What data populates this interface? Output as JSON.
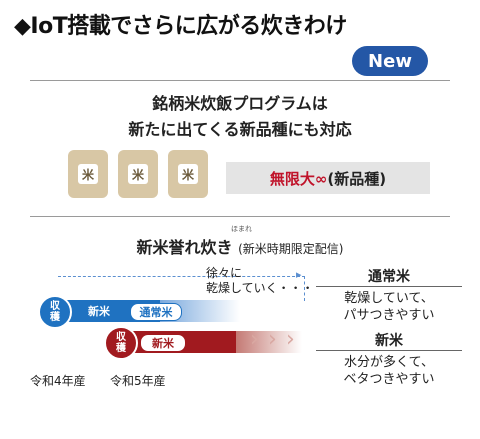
{
  "title": "◆IoT搭載でさらに広がる炊きわけ",
  "badge": "New",
  "panel1": {
    "line1": "銘柄米炊飯プログラムは",
    "line2": "新たに出てくる新品種にも対応",
    "bag_glyph": "米",
    "unlimited": "無限大∞",
    "unlimited_suffix": "(新品種)"
  },
  "panel2": {
    "title": "新米誉れ炊き",
    "subtitle": "(新米時期限定配信)",
    "ruby": "ほまれ",
    "gradual_line1": "徐々に",
    "gradual_line2": "乾燥していく・・・",
    "harvest_top": "収",
    "harvest_bottom": "穫",
    "tag_new": "新米",
    "tag_normal": "通常米",
    "tag_new2": "新米",
    "year4": "令和4年産",
    "year5": "令和5年産",
    "normal_label": "通常米",
    "normal_desc1": "乾燥していて、",
    "normal_desc2": "パサつきやすい",
    "new_label": "新米",
    "new_desc1": "水分が多くて、",
    "new_desc2": "ベタつきやすい"
  },
  "colors": {
    "brand_blue": "#2457a6",
    "band_blue": "#1f72c1",
    "band_red": "#a11a1f",
    "accent_red": "#c0132a"
  }
}
